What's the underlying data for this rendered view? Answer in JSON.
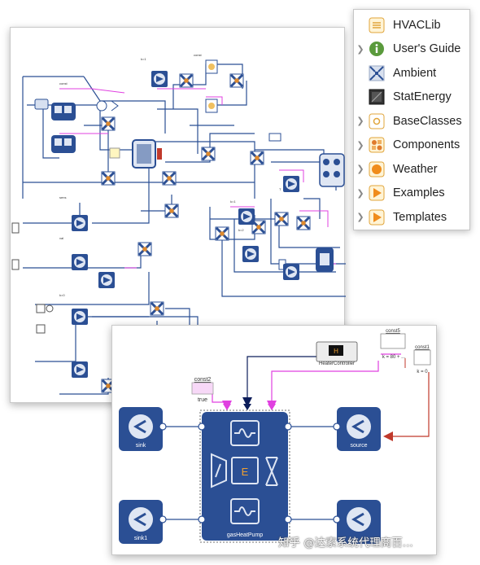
{
  "library_tree": {
    "root": {
      "label": "HVACLib",
      "icon": "library-icon"
    },
    "items": [
      {
        "label": "User's Guide",
        "icon": "info-icon",
        "expandable": true
      },
      {
        "label": "Ambient",
        "icon": "ambient-icon",
        "expandable": false
      },
      {
        "label": "StatEnergy",
        "icon": "stat-energy-icon",
        "expandable": false
      },
      {
        "label": "BaseClasses",
        "icon": "base-classes-icon",
        "expandable": true
      },
      {
        "label": "Components",
        "icon": "components-icon",
        "expandable": true
      },
      {
        "label": "Weather",
        "icon": "weather-icon",
        "expandable": true
      },
      {
        "label": "Examples",
        "icon": "examples-icon",
        "expandable": true
      },
      {
        "label": "Templates",
        "icon": "templates-icon",
        "expandable": true
      }
    ]
  },
  "model_diagram": {
    "blocks": {
      "sink": "sink",
      "sink1": "sink1",
      "source": "source",
      "heat_pump": "gasHeatPump",
      "heat_pump_center": "E",
      "heater_controller": "HeaterController",
      "heater_controller_icon": "H"
    },
    "constants": [
      {
        "name": "const2",
        "value": "true"
      },
      {
        "name": "const5",
        "value": "k = 80 + ..."
      },
      {
        "name": "const1",
        "value": "k = 0"
      }
    ]
  },
  "watermark": "知乎 @达索系统代理商百...",
  "colors": {
    "block_blue": "#2b4f94",
    "wire_blue": "#1f3f8f",
    "wire_magenta": "#e040e0",
    "wire_red": "#c0392b",
    "wire_navy": "#0c1d5a"
  }
}
